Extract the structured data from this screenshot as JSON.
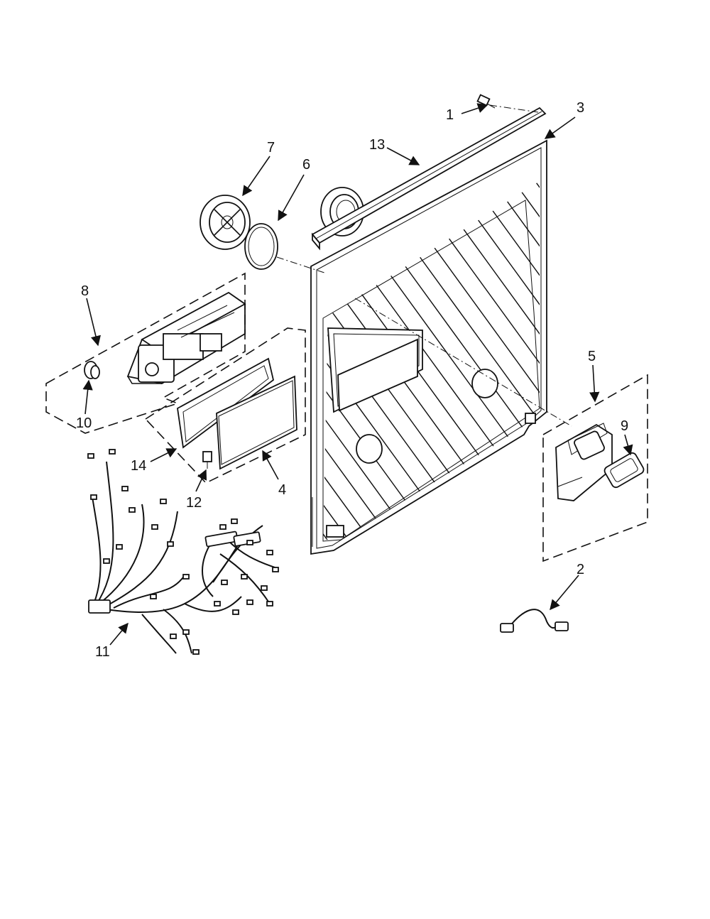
{
  "diagram": {
    "colors": {
      "line": "#111111",
      "background": "#ffffff"
    },
    "callouts": {
      "p1": "1",
      "p2": "2",
      "p3": "3",
      "p4": "4",
      "p5": "5",
      "p6": "6",
      "p7": "7",
      "p8": "8",
      "p9": "9",
      "p10": "10",
      "p11": "11",
      "p12": "12",
      "p13": "13",
      "p14": "14"
    }
  }
}
